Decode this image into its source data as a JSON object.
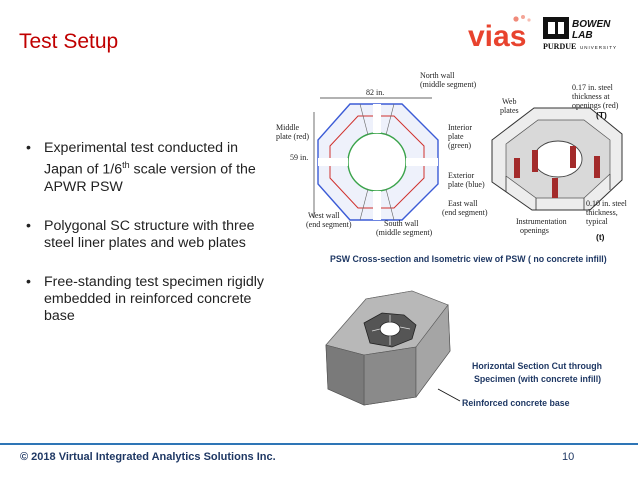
{
  "slide": {
    "title": "Test Setup",
    "bullets": [
      {
        "before": "Experimental test conducted in Japan of 1/6",
        "sup": "th",
        "after": " scale version of the APWR PSW"
      },
      {
        "before": "Polygonal SC structure with three steel liner plates and web plates",
        "sup": "",
        "after": ""
      },
      {
        "before": "Free-standing test specimen rigidly embedded in reinforced concrete base",
        "sup": "",
        "after": ""
      }
    ]
  },
  "logos": {
    "vias": "vias",
    "bowen_line1": "BOWEN",
    "bowen_line2": "LAB",
    "purdue": "PURDUE",
    "university": "UNIVERSITY"
  },
  "figure_top": {
    "dim_width": "82 in.",
    "dim_height": "59 in.",
    "north_wall": "North wall",
    "north_wall_sub": "(middle segment)",
    "middle_plate": "Middle",
    "middle_plate_sub": "plate (red)",
    "interior_plate": "Interior",
    "interior_plate_2": "plate",
    "interior_plate_3": "(green)",
    "exterior_plate": "Exterior",
    "exterior_plate_2": "plate (blue)",
    "east_wall": "East wall",
    "east_wall_sub": "(end segment)",
    "west_wall": "West wall",
    "west_wall_sub": "(end segment)",
    "south_wall": "South wall",
    "south_wall_sub": "(middle segment)",
    "web_plates": "Web",
    "web_plates_2": "plates",
    "steel_017_1": "0.17 in. steel",
    "steel_017_2": "thickness at",
    "steel_017_3": "openings (red)",
    "steel_017_tag": "(T)",
    "steel_010_1": "0.10 in. steel",
    "steel_010_2": "thickness,",
    "steel_010_3": "typical",
    "steel_010_tag": "(t)",
    "instr_1": "Instrumentation",
    "instr_2": "openings",
    "caption": "PSW Cross-section and Isometric view of PSW ( no concrete infill)"
  },
  "figure_bottom": {
    "caption_1": "Horizontal Section Cut through",
    "caption_2": "Specimen (with concrete infill)",
    "base_label": "Reinforced concrete base"
  },
  "footer": {
    "copyright": "© 2018 Virtual Integrated Analytics Solutions Inc.",
    "page": "10"
  },
  "colors": {
    "title": "#c00000",
    "vias": "#e8432e",
    "caption": "#1f3864",
    "interior_plate": "#3aa34a",
    "exterior_plate": "#3b5bd6",
    "middle_plate": "#d0312d",
    "footer_rule": "#2e75b6"
  }
}
